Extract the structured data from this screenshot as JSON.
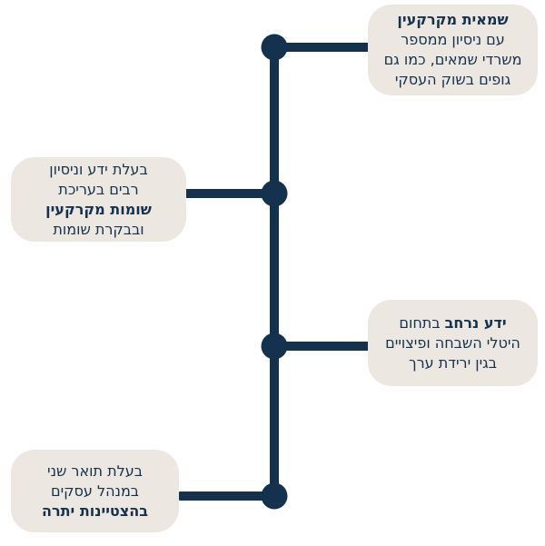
{
  "diagram": {
    "type": "vertical-timeline",
    "direction": "rtl",
    "language": "he",
    "colors": {
      "spine": "#14314d",
      "node": "#14314d",
      "connector": "#14314d",
      "card_background": "#ece7e1",
      "text": "#14314d",
      "page_background": "#ffffff"
    },
    "node_count": 4
  },
  "items": [
    {
      "id": "item-1",
      "side": "right",
      "node_label": "node-1",
      "lines": [
        {
          "text": "שמאית מקרקעין",
          "bold": true
        },
        {
          "text": "עם ניסיון ממספר",
          "bold": false
        },
        {
          "text": "משרדי שמאים, כמו גם",
          "bold": false
        },
        {
          "text": "גופים בשוק העסקי",
          "bold": false
        }
      ]
    },
    {
      "id": "item-2",
      "side": "left",
      "node_label": "node-2",
      "lines": [
        {
          "text": "בעלת ידע וניסיון",
          "bold": false
        },
        {
          "text": "רבים בעריכת",
          "bold": false
        },
        {
          "text": "שומות מקרקעין",
          "bold": true
        },
        {
          "text": "ובבקרת שומות",
          "bold": false
        }
      ]
    },
    {
      "id": "item-3",
      "side": "right",
      "node_label": "node-3",
      "lines": [
        {
          "text": "ידע נרחב בתחום",
          "bold": false,
          "bold_prefix": "ידע נרחב",
          "bold_suffix": " בתחום"
        },
        {
          "text": "היטלי השבחה ופיצויים",
          "bold": false
        },
        {
          "text": "בגין ירידת ערך",
          "bold": false
        }
      ]
    },
    {
      "id": "item-4",
      "side": "left",
      "node_label": "node-4",
      "lines": [
        {
          "text": "בעלת תואר שני",
          "bold": false
        },
        {
          "text": "במנהל עסקים",
          "bold": false
        },
        {
          "text": "בהצטיינות יתרה",
          "bold": true
        }
      ]
    }
  ]
}
